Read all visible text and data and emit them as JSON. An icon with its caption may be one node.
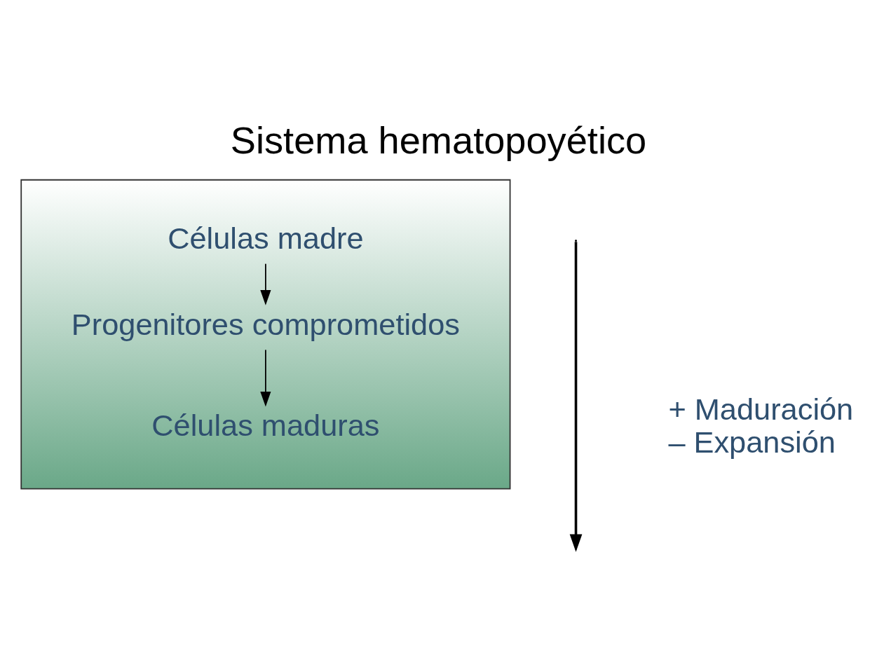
{
  "diagram": {
    "title": "Sistema hematopoyético",
    "nodes": [
      {
        "text": [],
        "shape": "trapezoid"
      },
      {
        "text": [
          "Células madre"
        ],
        "in": 0
      },
      {
        "text": [
          "Progenitores comprometidos"
        ],
        "in": 0
      },
      {
        "text": [
          "Células maduras"
        ],
        "in": 0
      }
    ],
    "edges": [
      {
        "from": 1,
        "to": 2,
        "arrow": "to"
      },
      {
        "from": 2,
        "to": 3,
        "arrow": "to"
      }
    ],
    "labels": [
      "+ Maduración",
      "– Expansión"
    ]
  }
}
